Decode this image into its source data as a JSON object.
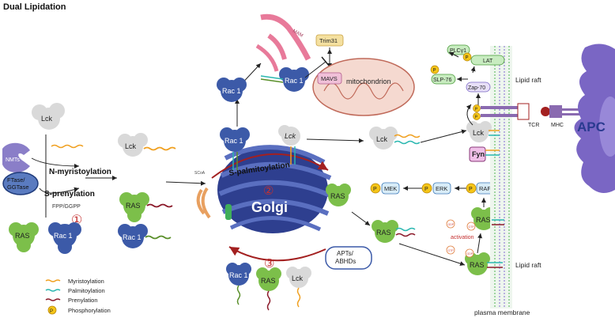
{
  "title": "Dual Lipidation",
  "molecules": {
    "lck": "Lck",
    "rac1": "Rac 1",
    "ras": "RAS",
    "nmt": "NMTs",
    "ftase": "FTase/\nGGTase",
    "trim31": "Trim31",
    "mavs": "MAVS",
    "mam": "MAM",
    "plcy1": "PLCγ1",
    "lat": "LAT",
    "slp76": "SLP-76",
    "zap70": "Zap-70",
    "fyn": "Fyn",
    "tcr": "TCR",
    "mhc": "MHC",
    "apc": "APC",
    "mek": "MEK",
    "erk": "ERK",
    "raf": "RAF",
    "golgi": "Golgi",
    "apts": "APTs/\nABHDs",
    "gdp": "GDP",
    "gtp": "GTP",
    "p": "P",
    "scoa": "SCoA"
  },
  "labels": {
    "n_myristoylation": "N-myristoylation",
    "s_prenylation": "S-prenylation",
    "fpp_ggpp": "FPP/GGPP",
    "s_palmitoylation": "S-palmitoylation",
    "mitochondrion": "mitochondrion",
    "lipid_raft_top": "Lipid raft",
    "lipid_raft_bottom": "Lipid raft",
    "activation": "activation",
    "plasma_membrane": "plasma membrane",
    "step1": "①",
    "step2": "②",
    "step3": "③"
  },
  "legend": [
    {
      "name": "Myristoylation",
      "color": "#f0a020"
    },
    {
      "name": "Palmitoylation",
      "color": "#2ab7b0"
    },
    {
      "name": "Prenylation",
      "color": "#8b1a2a"
    },
    {
      "name": "Phosphorylation",
      "color": "#f5c518"
    }
  ],
  "colors": {
    "lck": "#d9d9d9",
    "rac1": "#3c5aa8",
    "ras": "#7cbf4a",
    "golgi": "#3b4fa0",
    "myristoylation": "#f0a020",
    "palmitoylation": "#2ab7b0",
    "prenylation": "#8b1a2a",
    "arrow_red": "#a32020",
    "apc": "#7a66c4"
  }
}
